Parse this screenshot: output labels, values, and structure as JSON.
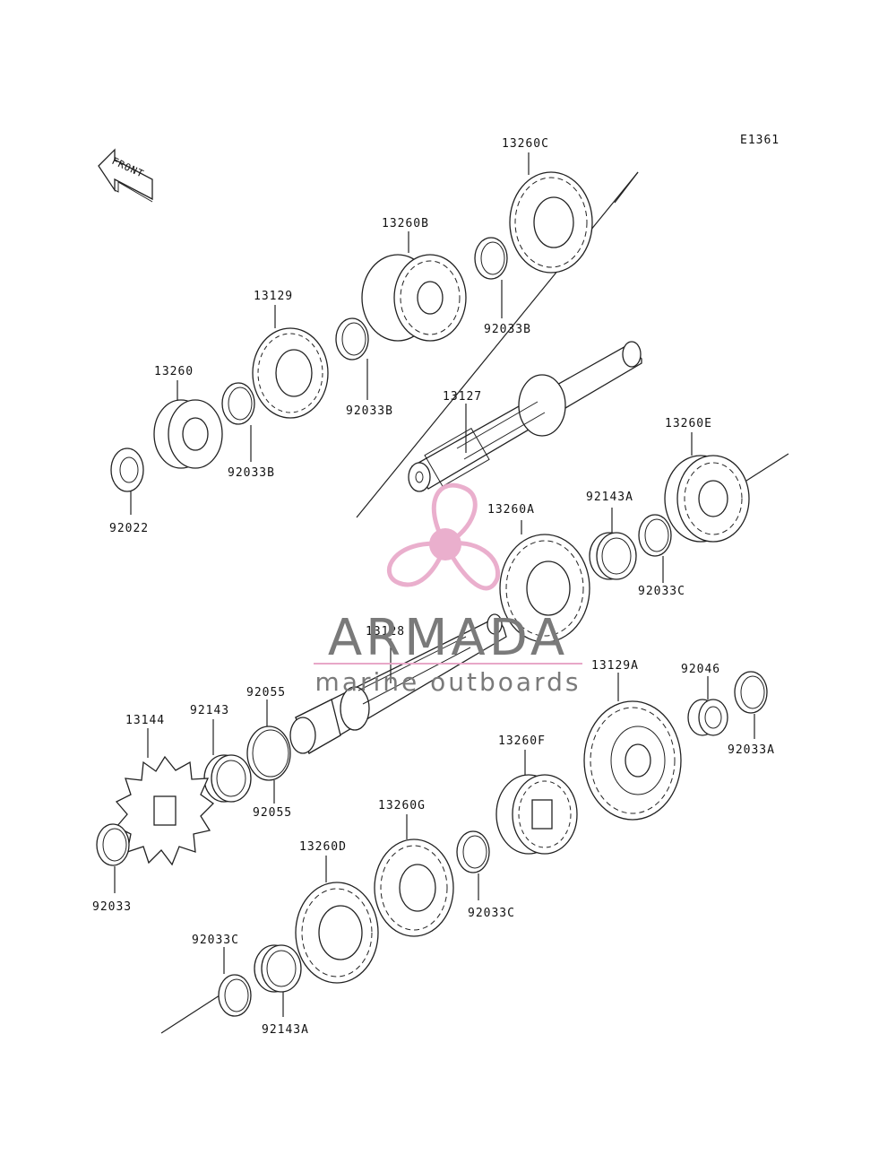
{
  "diagram": {
    "code": "E1361",
    "front_label": "FRONT",
    "watermark": {
      "brand": "ARMADA",
      "tagline": "marine outboards",
      "logo": "propeller-logo",
      "colors": {
        "pink": "#e8a7c8",
        "gray": "#7a7a7a"
      }
    },
    "labels": {
      "p13260C": "13260C",
      "p13260B": "13260B",
      "p92033B_1": "92033B",
      "p13129": "13129",
      "p92033B_2": "92033B",
      "p13260": "13260",
      "p92033B_3": "92033B",
      "p92022": "92022",
      "p13127": "13127",
      "p13260E": "13260E",
      "p92143A_1": "92143A",
      "p13260A": "13260A",
      "p92033C_1": "92033C",
      "p13128": "13128",
      "p13129A": "13129A",
      "p92046": "92046",
      "p92033A": "92033A",
      "p92055_1": "92055",
      "p92143": "92143",
      "p13144": "13144",
      "p92055_2": "92055",
      "p13260F": "13260F",
      "p13260G": "13260G",
      "p92033": "92033",
      "p13260D": "13260D",
      "p92033C_2": "92033C",
      "p92033C_3": "92033C",
      "p92143A_2": "92143A"
    }
  }
}
